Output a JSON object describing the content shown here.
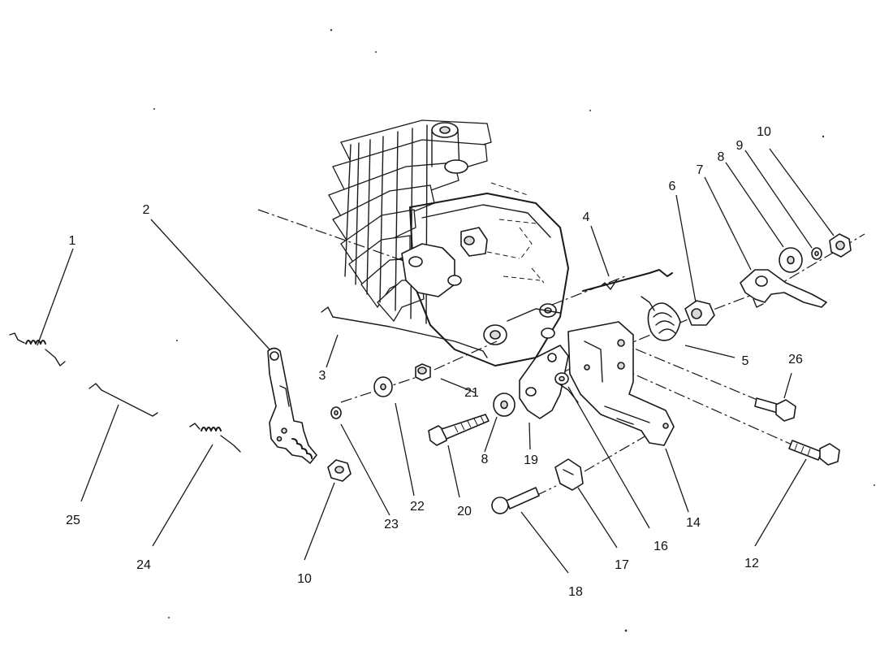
{
  "diagram": {
    "callouts": [
      {
        "id": "c1",
        "text": "1"
      },
      {
        "id": "c2",
        "text": "2"
      },
      {
        "id": "c3",
        "text": "3"
      },
      {
        "id": "c4",
        "text": "4"
      },
      {
        "id": "c5",
        "text": "5"
      },
      {
        "id": "c6",
        "text": "6"
      },
      {
        "id": "c7",
        "text": "7"
      },
      {
        "id": "c8a",
        "text": "8"
      },
      {
        "id": "c8b",
        "text": "8"
      },
      {
        "id": "c9",
        "text": "9"
      },
      {
        "id": "c10a",
        "text": "10"
      },
      {
        "id": "c10b",
        "text": "10"
      },
      {
        "id": "c12",
        "text": "12"
      },
      {
        "id": "c14",
        "text": "14"
      },
      {
        "id": "c16",
        "text": "16"
      },
      {
        "id": "c17",
        "text": "17"
      },
      {
        "id": "c18",
        "text": "18"
      },
      {
        "id": "c19",
        "text": "19"
      },
      {
        "id": "c20",
        "text": "20"
      },
      {
        "id": "c21",
        "text": "21"
      },
      {
        "id": "c22",
        "text": "22"
      },
      {
        "id": "c23",
        "text": "23"
      },
      {
        "id": "c24",
        "text": "24"
      },
      {
        "id": "c25",
        "text": "25"
      },
      {
        "id": "c26",
        "text": "26"
      }
    ]
  },
  "colors": {
    "ink": "#1a1a1a",
    "paper": "#ffffff"
  }
}
